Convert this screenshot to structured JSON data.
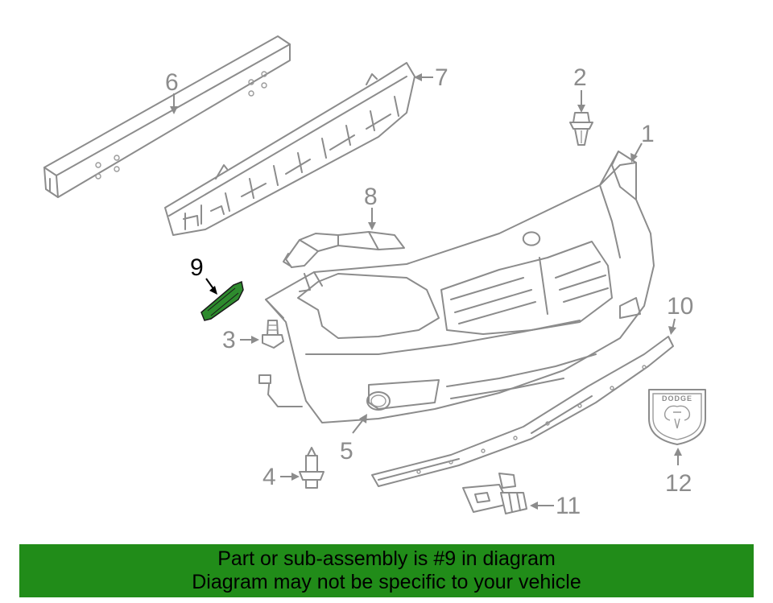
{
  "diagram": {
    "callouts": [
      {
        "id": "1",
        "label": "1"
      },
      {
        "id": "2",
        "label": "2"
      },
      {
        "id": "3",
        "label": "3"
      },
      {
        "id": "4",
        "label": "4"
      },
      {
        "id": "5",
        "label": "5"
      },
      {
        "id": "6",
        "label": "6"
      },
      {
        "id": "7",
        "label": "7"
      },
      {
        "id": "8",
        "label": "8"
      },
      {
        "id": "9",
        "label": "9"
      },
      {
        "id": "10",
        "label": "10"
      },
      {
        "id": "11",
        "label": "11"
      },
      {
        "id": "12",
        "label": "12"
      }
    ],
    "highlighted_part": "9",
    "emblem_text": "DODGE",
    "colors": {
      "line": "#8c8c8c",
      "highlight_part": "#2e8b2e",
      "banner": "#218c19"
    }
  },
  "banner": {
    "line1": "Part or sub-assembly is #9 in diagram",
    "line2": "Diagram may not be specific to your vehicle"
  }
}
